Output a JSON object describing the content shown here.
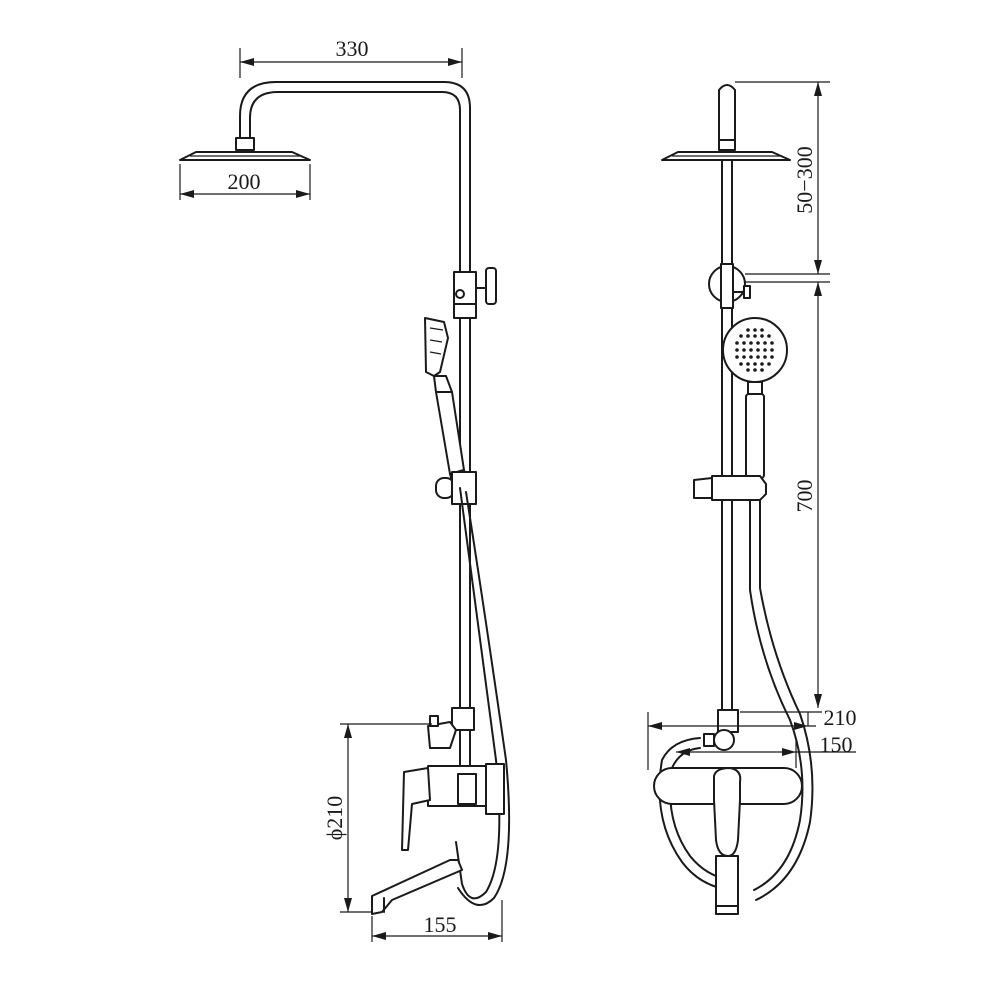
{
  "dimensions": {
    "overhead_arm_width": "330",
    "rain_head_diameter": "200",
    "height_adjust_range": "50−300",
    "rail_height": "700",
    "mixer_max_width": "210",
    "mixer_min_width": "150",
    "mixer_height": "ϕ210",
    "spout_length": "155"
  },
  "colors": {
    "line": "#1a1a1a",
    "background": "#ffffff"
  }
}
